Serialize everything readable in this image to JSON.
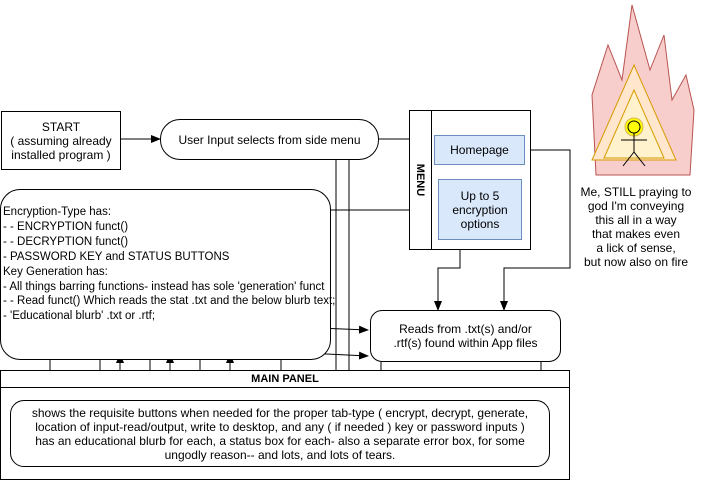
{
  "nodes": {
    "start": "START\n( assuming already\ninstalled program )",
    "user_input": "User Input selects from side menu",
    "menu_label": "MENU",
    "homepage": "Homepage",
    "encryption_options": "Up to 5\nencryption\noptions",
    "reads_files": "Reads from .txt(s) and/or\n.rtf(s) found within App files",
    "main_panel_title": "MAIN PANEL",
    "main_panel_body": "shows the requisite buttons when needed for the proper tab-type ( encrypt, decrypt, generate, location of input-read/output, write to desktop, and any ( if needed ) key or password inputs )\nhas an educational blurb for each, a status box for each- also a separate error box, for some ungodly reason-- and lots, and lots of tears.",
    "encryption_notes": "Encryption-Type has:\n- - ENCRYPTION funct()\n- - DECRYPTION funct()\n- PASSWORD KEY and STATUS BUTTONS\nKey Generation has:\n- All things barring functions- instead has sole 'generation' funct\n- - Read funct() Which reads the stat .txt and the below blurb text;\n- 'Educational blurb' .txt or .rtf;",
    "caption": "Me, STILL praying to\ngod I'm conveying\nthis all in a way\nthat makes even\na lick of sense,\nbut now also on fire"
  },
  "colors": {
    "stroke": "#000000",
    "option_fill": "#dae8fc",
    "option_stroke": "#6c8ebf",
    "flame_outer": "#f8cecc",
    "flame_outer_stroke": "#b85450",
    "flame_mid": "#ffe6cc",
    "flame_mid_stroke": "#d79b00",
    "flame_inner": "#fff2cc",
    "halo": "#ffff00"
  }
}
